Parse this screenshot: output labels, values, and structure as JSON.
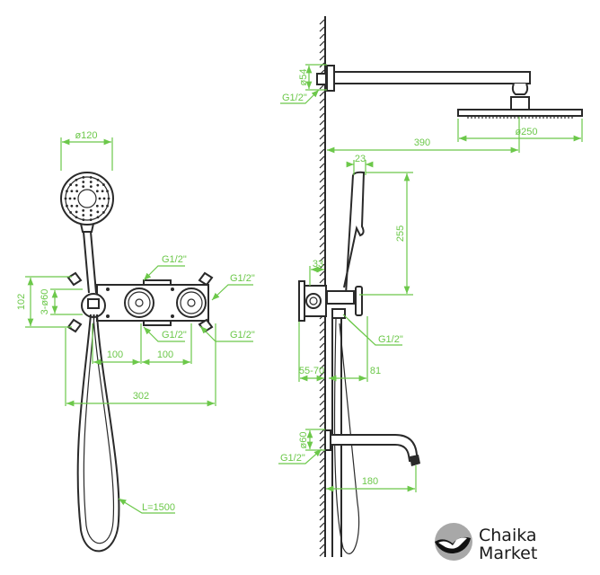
{
  "front_view": {
    "head_diameter": "ø120",
    "height": "102",
    "outlets": "3-ø60",
    "spacing_1": "100",
    "spacing_2": "100",
    "total_width": "302",
    "thread_top": "G1/2\"",
    "thread_right_top": "G1/2\"",
    "thread_bottom": "G1/2\"",
    "thread_right_bottom": "G1/2\"",
    "hose_length": "L=1500"
  },
  "side_view": {
    "arm_flange": "ø54",
    "arm_thread": "G1/2\"",
    "head_diameter": "ø250",
    "arm_length": "390",
    "handle_width": "23",
    "handle_height": "255",
    "valve_offset": "33",
    "valve_thread": "G1/2\"",
    "wall_depth": "55-70",
    "projection": "81",
    "spout_flange": "ø60",
    "spout_thread": "G1/2\"",
    "spout_length": "180"
  },
  "logo": {
    "line1": "Chaika",
    "line2": "Market"
  },
  "colors": {
    "dimension": "#6cc84a",
    "line": "#2a2a2a"
  }
}
